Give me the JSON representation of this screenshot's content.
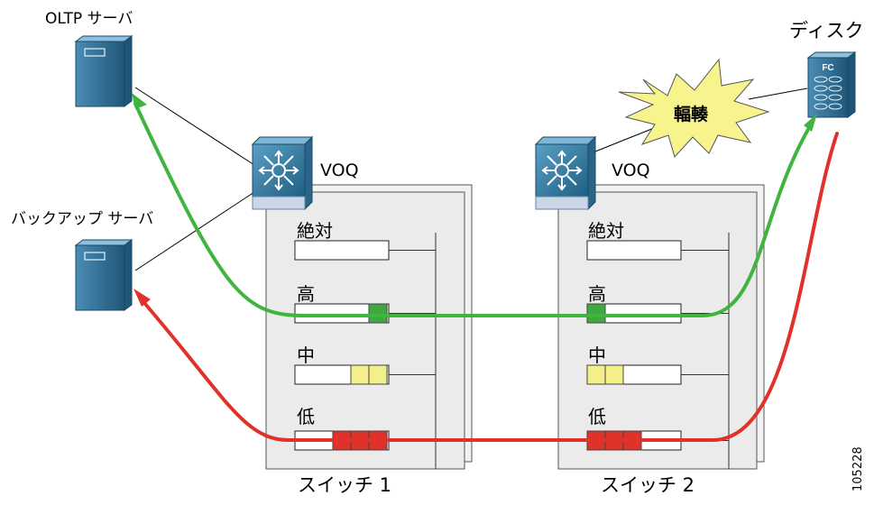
{
  "servers": {
    "oltp_label": "OLTP サーバ",
    "backup_label": "バックアップ サーバ"
  },
  "disk": {
    "label": "ディスク",
    "badge": "FC"
  },
  "congestion": {
    "label": "輻輳"
  },
  "switches": [
    {
      "name": "スイッチ 1",
      "voq_label": "VOQ",
      "queues": [
        {
          "label": "絶対",
          "cells": []
        },
        {
          "label": "高",
          "cells": [
            "green"
          ]
        },
        {
          "label": "中",
          "cells": [
            "yellow",
            "yellow"
          ]
        },
        {
          "label": "低",
          "cells": [
            "red",
            "red",
            "red"
          ]
        }
      ]
    },
    {
      "name": "スイッチ 2",
      "voq_label": "VOQ",
      "queues": [
        {
          "label": "絶対",
          "cells": []
        },
        {
          "label": "高",
          "cells": [
            "green"
          ]
        },
        {
          "label": "中",
          "cells": [
            "yellow",
            "yellow"
          ]
        },
        {
          "label": "低",
          "cells": [
            "red",
            "red",
            "red"
          ]
        }
      ]
    }
  ],
  "figure_id": "105228",
  "colors": {
    "green_path": "#3fb43f",
    "red_path": "#e0312a",
    "green_cell": "#3fa83f",
    "yellow_cell": "#f2f08a",
    "red_cell": "#e0312a",
    "device_blue": "#2f6e95",
    "switch_panel": "#e9e9e9",
    "burst": "#f7f48e"
  }
}
